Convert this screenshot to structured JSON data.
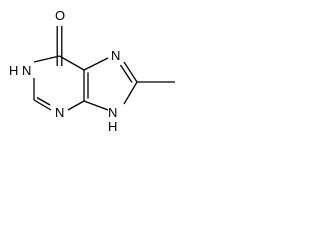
{
  "molecule": {
    "atoms": {
      "o6": "O",
      "n1h": "H",
      "n1": "N",
      "n3": "N",
      "n7": "N",
      "n9": "N",
      "n9h": "H"
    }
  }
}
